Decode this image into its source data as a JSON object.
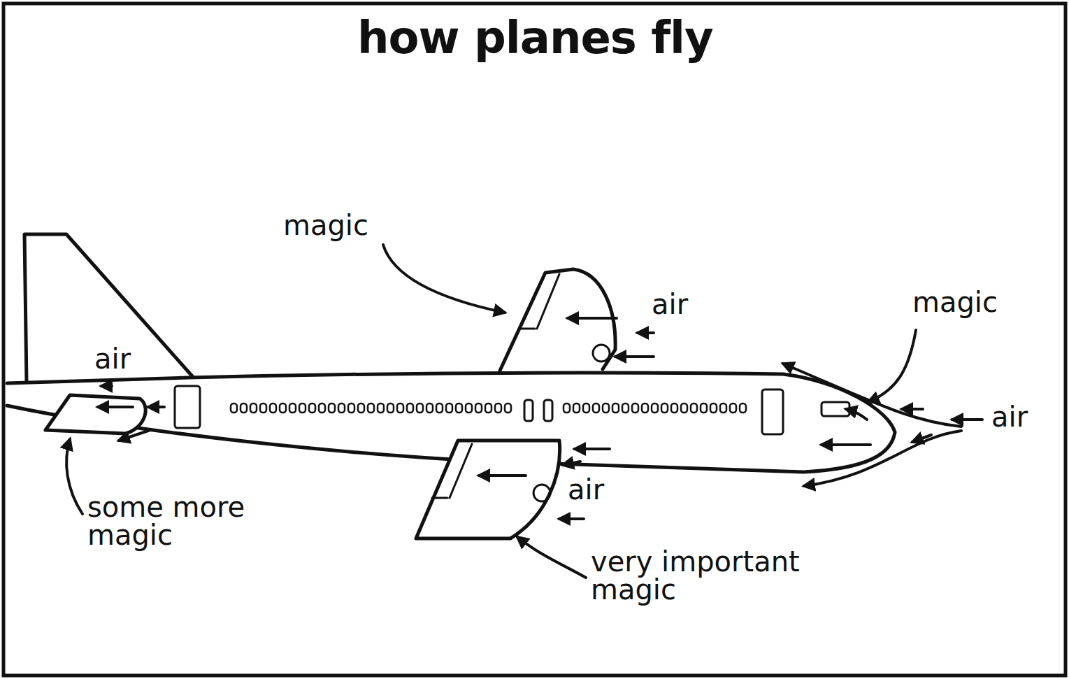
{
  "diagram": {
    "title": "how planes fly",
    "labels": [
      "magic",
      "magic",
      "air",
      "air",
      "air",
      "air",
      "some more magic",
      "very important magic"
    ]
  }
}
